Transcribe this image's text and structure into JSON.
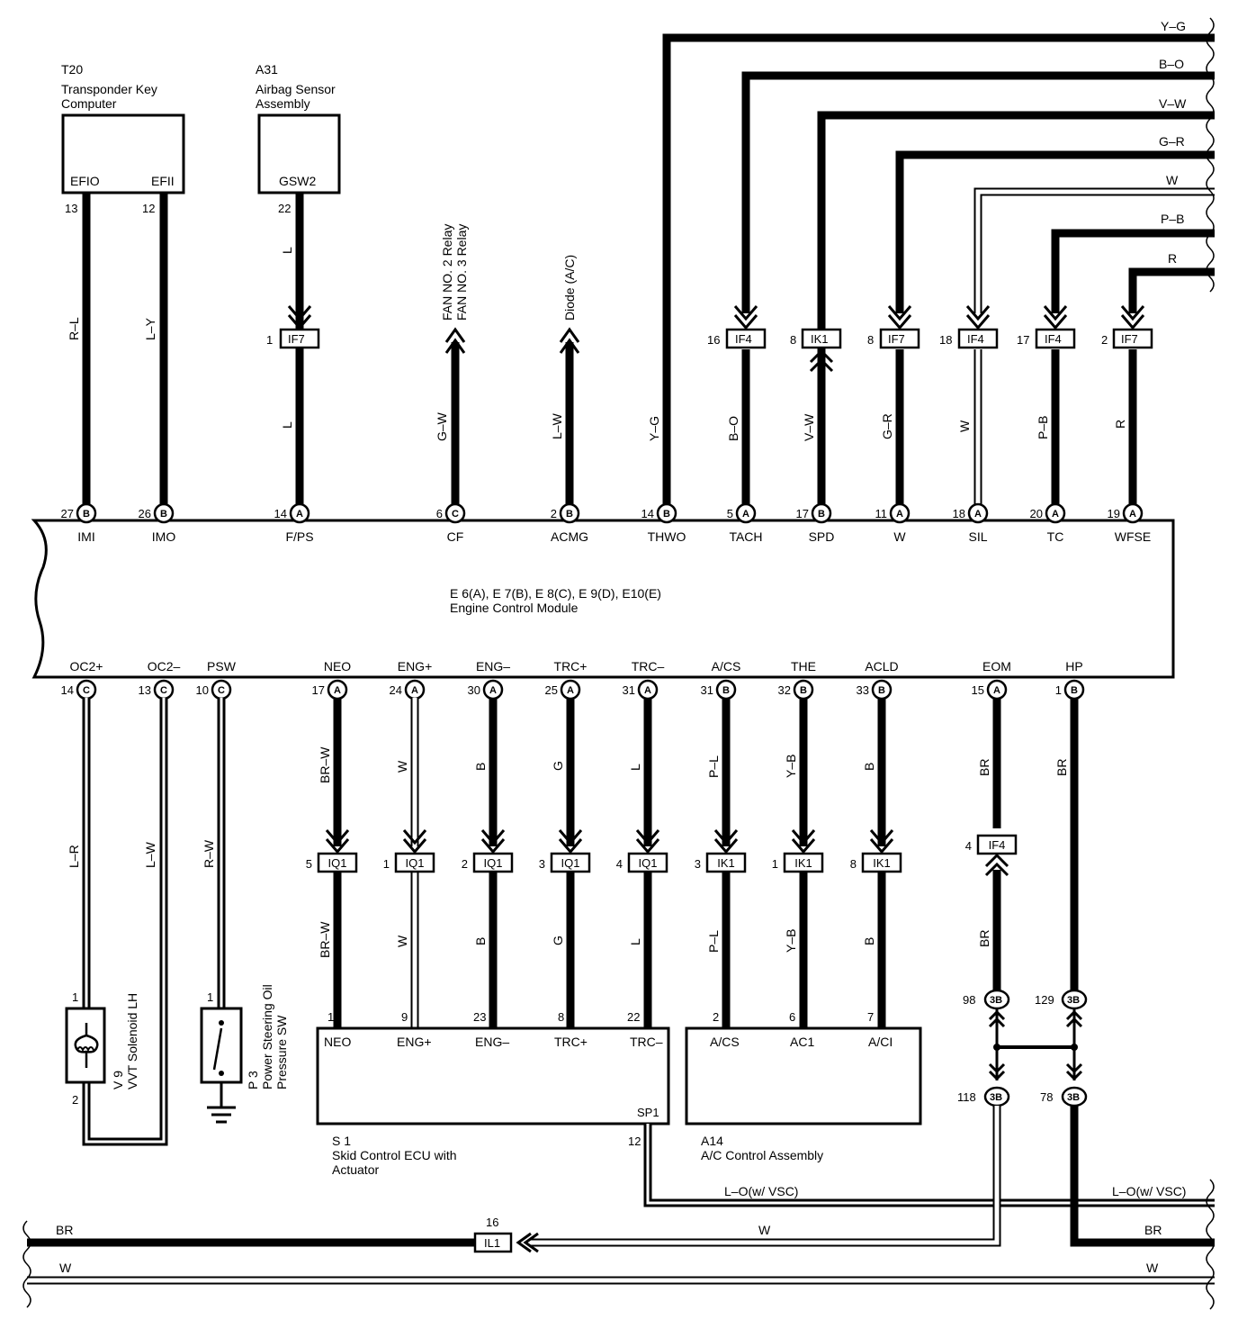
{
  "components": {
    "t20": {
      "ref": "T20",
      "line1": "Transponder Key",
      "line2": "Computer",
      "pin_left": "EFIO",
      "pin_right": "EFII"
    },
    "a31": {
      "ref": "A31",
      "line1": "Airbag Sensor",
      "line2": "Assembly",
      "pin": "GSW2"
    },
    "ecm": {
      "line1": "E 6(A), E 7(B), E 8(C), E 9(D), E10(E)",
      "line2": "Engine Control Module"
    },
    "v9": {
      "ref": "V 9",
      "name": "VVT Solenoid LH"
    },
    "p3": {
      "ref": "P 3",
      "line1": "Power Steering Oil",
      "line2": "Pressure SW"
    },
    "s1": {
      "ref": "S 1",
      "line1": "Skid Control ECU with",
      "line2": "Actuator",
      "pins": [
        "NEO",
        "ENG+",
        "ENG–",
        "TRC+",
        "TRC–"
      ],
      "pin_sp1": "SP1"
    },
    "a14": {
      "ref": "A14",
      "name": "A/C Control Assembly",
      "pins": [
        "A/CS",
        "AC1",
        "A/CI"
      ]
    }
  },
  "relays": {
    "fan_line1": "FAN NO. 2 Relay",
    "fan_line2": "FAN NO. 3 Relay",
    "diode": "Diode (A/C)"
  },
  "ecm_top": [
    {
      "num": "27",
      "conn": "B",
      "name": "IMI"
    },
    {
      "num": "26",
      "conn": "B",
      "name": "IMO"
    },
    {
      "num": "14",
      "conn": "A",
      "name": "F/PS"
    },
    {
      "num": "6",
      "conn": "C",
      "name": "CF"
    },
    {
      "num": "2",
      "conn": "B",
      "name": "ACMG"
    },
    {
      "num": "14",
      "conn": "B",
      "name": "THWO"
    },
    {
      "num": "5",
      "conn": "A",
      "name": "TACH"
    },
    {
      "num": "17",
      "conn": "B",
      "name": "SPD"
    },
    {
      "num": "11",
      "conn": "A",
      "name": "W"
    },
    {
      "num": "18",
      "conn": "A",
      "name": "SIL"
    },
    {
      "num": "20",
      "conn": "A",
      "name": "TC"
    },
    {
      "num": "19",
      "conn": "A",
      "name": "WFSE"
    }
  ],
  "ecm_bottom": [
    {
      "num": "14",
      "conn": "C",
      "name": "OC2+"
    },
    {
      "num": "13",
      "conn": "C",
      "name": "OC2–"
    },
    {
      "num": "10",
      "conn": "C",
      "name": "PSW"
    },
    {
      "num": "17",
      "conn": "A",
      "name": "NEO"
    },
    {
      "num": "24",
      "conn": "A",
      "name": "ENG+"
    },
    {
      "num": "30",
      "conn": "A",
      "name": "ENG–"
    },
    {
      "num": "25",
      "conn": "A",
      "name": "TRC+"
    },
    {
      "num": "31",
      "conn": "A",
      "name": "TRC–"
    },
    {
      "num": "31",
      "conn": "B",
      "name": "A/CS"
    },
    {
      "num": "32",
      "conn": "B",
      "name": "THE"
    },
    {
      "num": "33",
      "conn": "B",
      "name": "ACLD"
    },
    {
      "num": "15",
      "conn": "A",
      "name": "EOM"
    },
    {
      "num": "1",
      "conn": "B",
      "name": "HP"
    }
  ],
  "top_wire_colors": [
    "R–L",
    "L–Y",
    "L",
    "L",
    "G–W",
    "L–W",
    "Y–G",
    "B–O",
    "V–W",
    "G–R",
    "W",
    "P–B",
    "R"
  ],
  "top_bus": [
    "Y–G",
    "B–O",
    "V–W",
    "G–R",
    "W",
    "P–B",
    "R"
  ],
  "top_connectors": [
    {
      "num": "1",
      "code": "IF7"
    },
    {
      "num": "16",
      "code": "IF4"
    },
    {
      "num": "8",
      "code": "IK1"
    },
    {
      "num": "8",
      "code": "IF7"
    },
    {
      "num": "18",
      "code": "IF4"
    },
    {
      "num": "17",
      "code": "IF4"
    },
    {
      "num": "2",
      "code": "IF7"
    }
  ],
  "top_pins": {
    "t20_left": "13",
    "t20_right": "12",
    "a31": "22"
  },
  "bottom_wire_colors": [
    "L–R",
    "L–W",
    "R–W",
    "BR–W",
    "W",
    "B",
    "G",
    "L",
    "P–L",
    "Y–B",
    "B",
    "BR",
    "BR"
  ],
  "bottom_wire_colors2": [
    "BR–W",
    "W",
    "B",
    "G",
    "L",
    "P–L",
    "Y–B",
    "B",
    "BR"
  ],
  "bottom_connectors": [
    {
      "num": "5",
      "code": "IQ1"
    },
    {
      "num": "1",
      "code": "IQ1"
    },
    {
      "num": "2",
      "code": "IQ1"
    },
    {
      "num": "3",
      "code": "IQ1"
    },
    {
      "num": "4",
      "code": "IQ1"
    },
    {
      "num": "3",
      "code": "IK1"
    },
    {
      "num": "1",
      "code": "IK1"
    },
    {
      "num": "8",
      "code": "IK1"
    },
    {
      "num": "4",
      "code": "IF4"
    }
  ],
  "s1_pins": [
    "10",
    "9",
    "23",
    "8",
    "22"
  ],
  "a14_pins": [
    "2",
    "6",
    "7"
  ],
  "v9_pins": [
    "1",
    "2"
  ],
  "p3_pin": "1",
  "splices": [
    {
      "num": "98",
      "code": "3B"
    },
    {
      "num": "129",
      "code": "3B"
    },
    {
      "num": "118",
      "code": "3B"
    },
    {
      "num": "78",
      "code": "3B"
    }
  ],
  "bottom_bus": {
    "sp1_pin": "12",
    "lo_left": "L–O(w/ VSC)",
    "lo_right": "L–O(w/ VSC)",
    "w_mid": "W",
    "il1_num": "16",
    "il1_code": "IL1",
    "br_left": "BR",
    "br_right": "BR",
    "w_left": "W",
    "w_right": "W"
  }
}
